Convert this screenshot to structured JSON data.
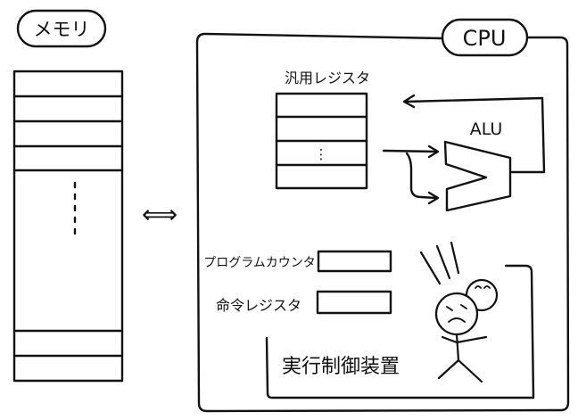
{
  "memory": {
    "label": "メモリ",
    "ellipsis": "⋮"
  },
  "bus": {
    "arrow": "⟺"
  },
  "cpu": {
    "label": "CPU",
    "general_registers": {
      "label": "汎用レジスタ",
      "ellipsis": "⋮"
    },
    "alu": {
      "label": "ALU"
    },
    "program_counter": {
      "label": "プログラムカウンタ"
    },
    "instruction_register": {
      "label": "命令レジスタ"
    },
    "control_unit": {
      "label": "実行制御装置"
    }
  }
}
